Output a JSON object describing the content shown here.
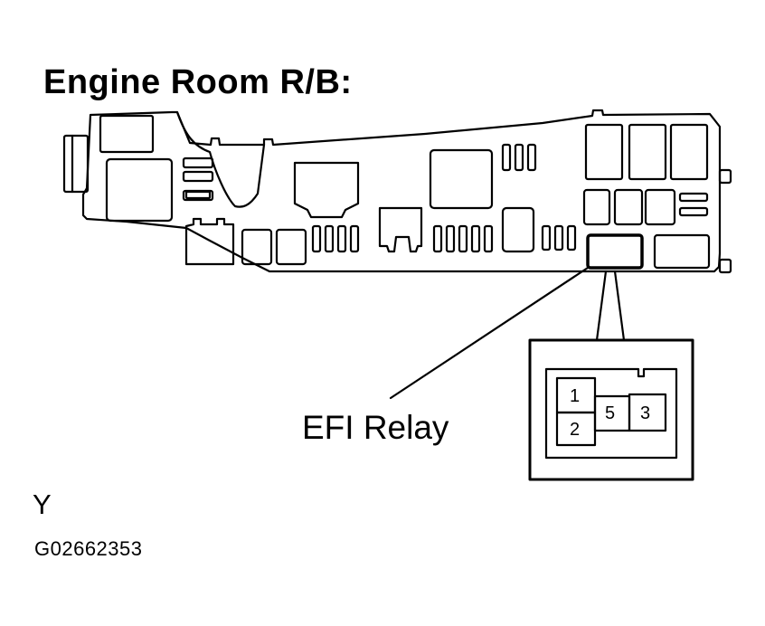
{
  "title": "Engine Room R/B:",
  "callout_label": "EFI Relay",
  "relay_pins": [
    "1",
    "2",
    "5",
    "3"
  ],
  "side_letter": "Y",
  "figure_code": "G02662353"
}
